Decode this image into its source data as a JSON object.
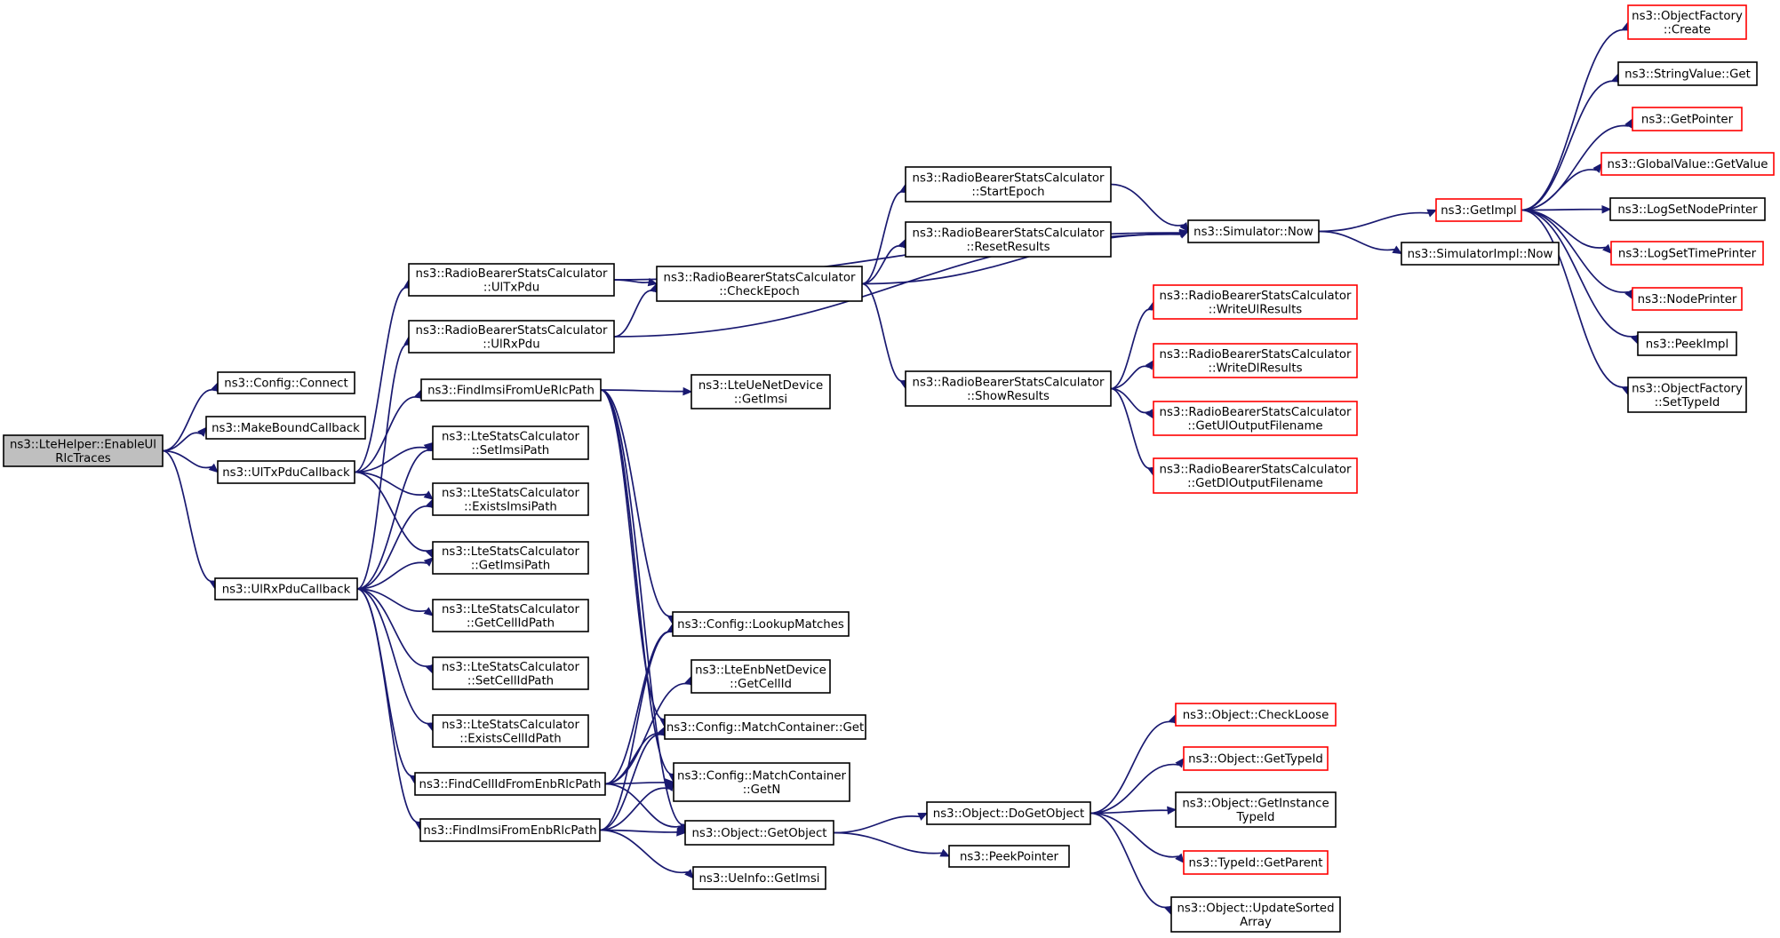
{
  "graph": {
    "title": "",
    "edge_color": "#191970",
    "root_fill": "#bfbfbf",
    "truncated_border": "#ff0000",
    "nodes": [
      {
        "id": "root",
        "lines": [
          "ns3::LteHelper::EnableUl",
          "RlcTraces"
        ],
        "style": "root"
      },
      {
        "id": "n_connect",
        "lines": [
          "ns3::Config::Connect"
        ],
        "style": "normal"
      },
      {
        "id": "n_mbc",
        "lines": [
          "ns3::MakeBoundCallback"
        ],
        "style": "normal"
      },
      {
        "id": "n_ultx",
        "lines": [
          "ns3::UlTxPduCallback"
        ],
        "style": "normal"
      },
      {
        "id": "n_ulrx",
        "lines": [
          "ns3::UlRxPduCallback"
        ],
        "style": "normal"
      },
      {
        "id": "n_rb_ultxpdu",
        "lines": [
          "ns3::RadioBearerStatsCalculator",
          "::UlTxPdu"
        ],
        "style": "normal"
      },
      {
        "id": "n_rb_ulrxpdu",
        "lines": [
          "ns3::RadioBearerStatsCalculator",
          "::UlRxPdu"
        ],
        "style": "normal"
      },
      {
        "id": "n_findimsi_ue",
        "lines": [
          "ns3::FindImsiFromUeRlcPath"
        ],
        "style": "normal"
      },
      {
        "id": "n_ls_setimsi",
        "lines": [
          "ns3::LteStatsCalculator",
          "::SetImsiPath"
        ],
        "style": "normal"
      },
      {
        "id": "n_ls_existsimsi",
        "lines": [
          "ns3::LteStatsCalculator",
          "::ExistsImsiPath"
        ],
        "style": "normal"
      },
      {
        "id": "n_ls_getimsi",
        "lines": [
          "ns3::LteStatsCalculator",
          "::GetImsiPath"
        ],
        "style": "normal"
      },
      {
        "id": "n_ls_getcellid",
        "lines": [
          "ns3::LteStatsCalculator",
          "::GetCellIdPath"
        ],
        "style": "normal"
      },
      {
        "id": "n_ls_setcellid",
        "lines": [
          "ns3::LteStatsCalculator",
          "::SetCellIdPath"
        ],
        "style": "normal"
      },
      {
        "id": "n_ls_existscellid",
        "lines": [
          "ns3::LteStatsCalculator",
          "::ExistsCellIdPath"
        ],
        "style": "normal"
      },
      {
        "id": "n_findcellid_enb",
        "lines": [
          "ns3::FindCellIdFromEnbRlcPath"
        ],
        "style": "normal"
      },
      {
        "id": "n_findimsi_enb",
        "lines": [
          "ns3::FindImsiFromEnbRlcPath"
        ],
        "style": "normal"
      },
      {
        "id": "n_rb_checkepoch",
        "lines": [
          "ns3::RadioBearerStatsCalculator",
          "::CheckEpoch"
        ],
        "style": "normal"
      },
      {
        "id": "n_lteue_getimsi",
        "lines": [
          "ns3::LteUeNetDevice",
          "::GetImsi"
        ],
        "style": "normal"
      },
      {
        "id": "n_lookup",
        "lines": [
          "ns3::Config::LookupMatches"
        ],
        "style": "normal"
      },
      {
        "id": "n_lteenb_getcellid",
        "lines": [
          "ns3::LteEnbNetDevice",
          "::GetCellId"
        ],
        "style": "normal"
      },
      {
        "id": "n_mc_get",
        "lines": [
          "ns3::Config::MatchContainer::Get"
        ],
        "style": "normal"
      },
      {
        "id": "n_mc_getn",
        "lines": [
          "ns3::Config::MatchContainer",
          "::GetN"
        ],
        "style": "normal"
      },
      {
        "id": "n_obj_getobject",
        "lines": [
          "ns3::Object::GetObject"
        ],
        "style": "normal"
      },
      {
        "id": "n_ueinfo_getimsi",
        "lines": [
          "ns3::UeInfo::GetImsi"
        ],
        "style": "normal"
      },
      {
        "id": "n_rb_startepoch",
        "lines": [
          "ns3::RadioBearerStatsCalculator",
          "::StartEpoch"
        ],
        "style": "normal"
      },
      {
        "id": "n_rb_resetresults",
        "lines": [
          "ns3::RadioBearerStatsCalculator",
          "::ResetResults"
        ],
        "style": "normal"
      },
      {
        "id": "n_rb_showresults",
        "lines": [
          "ns3::RadioBearerStatsCalculator",
          "::ShowResults"
        ],
        "style": "normal"
      },
      {
        "id": "n_sim_now",
        "lines": [
          "ns3::Simulator::Now"
        ],
        "style": "normal"
      },
      {
        "id": "n_rb_writeul",
        "lines": [
          "ns3::RadioBearerStatsCalculator",
          "::WriteUlResults"
        ],
        "style": "truncated"
      },
      {
        "id": "n_rb_writedl",
        "lines": [
          "ns3::RadioBearerStatsCalculator",
          "::WriteDlResults"
        ],
        "style": "truncated"
      },
      {
        "id": "n_rb_getulout",
        "lines": [
          "ns3::RadioBearerStatsCalculator",
          "::GetUlOutputFilename"
        ],
        "style": "truncated"
      },
      {
        "id": "n_rb_getdlout",
        "lines": [
          "ns3::RadioBearerStatsCalculator",
          "::GetDlOutputFilename"
        ],
        "style": "truncated"
      },
      {
        "id": "n_obj_dogetobject",
        "lines": [
          "ns3::Object::DoGetObject"
        ],
        "style": "normal"
      },
      {
        "id": "n_peekpointer",
        "lines": [
          "ns3::PeekPointer"
        ],
        "style": "normal"
      },
      {
        "id": "n_getimpl",
        "lines": [
          "ns3::GetImpl"
        ],
        "style": "truncated"
      },
      {
        "id": "n_simimpl_now",
        "lines": [
          "ns3::SimulatorImpl::Now"
        ],
        "style": "normal"
      },
      {
        "id": "n_obj_checkloose",
        "lines": [
          "ns3::Object::CheckLoose"
        ],
        "style": "truncated"
      },
      {
        "id": "n_obj_gettypeid",
        "lines": [
          "ns3::Object::GetTypeId"
        ],
        "style": "truncated"
      },
      {
        "id": "n_obj_getinstancetypeid",
        "lines": [
          "ns3::Object::GetInstance",
          "TypeId"
        ],
        "style": "normal"
      },
      {
        "id": "n_typeid_getparent",
        "lines": [
          "ns3::TypeId::GetParent"
        ],
        "style": "truncated"
      },
      {
        "id": "n_obj_updatesorted",
        "lines": [
          "ns3::Object::UpdateSorted",
          "Array"
        ],
        "style": "normal"
      },
      {
        "id": "n_objfactory_create",
        "lines": [
          "ns3::ObjectFactory",
          "::Create"
        ],
        "style": "truncated"
      },
      {
        "id": "n_stringvalue_get",
        "lines": [
          "ns3::StringValue::Get"
        ],
        "style": "normal"
      },
      {
        "id": "n_getpointer",
        "lines": [
          "ns3::GetPointer"
        ],
        "style": "truncated"
      },
      {
        "id": "n_globalvalue_getvalue",
        "lines": [
          "ns3::GlobalValue::GetValue"
        ],
        "style": "truncated"
      },
      {
        "id": "n_logsetnodeprinter",
        "lines": [
          "ns3::LogSetNodePrinter"
        ],
        "style": "normal"
      },
      {
        "id": "n_logsettimeprinter",
        "lines": [
          "ns3::LogSetTimePrinter"
        ],
        "style": "truncated"
      },
      {
        "id": "n_nodeprinter",
        "lines": [
          "ns3::NodePrinter"
        ],
        "style": "truncated"
      },
      {
        "id": "n_peekimpl",
        "lines": [
          "ns3::PeekImpl"
        ],
        "style": "normal"
      },
      {
        "id": "n_objfactory_settypeid",
        "lines": [
          "ns3::ObjectFactory",
          "::SetTypeId"
        ],
        "style": "normal"
      }
    ],
    "edges": [
      [
        "root",
        "n_connect"
      ],
      [
        "root",
        "n_mbc"
      ],
      [
        "root",
        "n_ultx"
      ],
      [
        "root",
        "n_ulrx"
      ],
      [
        "n_ultx",
        "n_rb_ultxpdu"
      ],
      [
        "n_ultx",
        "n_findimsi_ue"
      ],
      [
        "n_ultx",
        "n_ls_setimsi"
      ],
      [
        "n_ultx",
        "n_ls_existsimsi"
      ],
      [
        "n_ultx",
        "n_ls_getimsi"
      ],
      [
        "n_ulrx",
        "n_rb_ulrxpdu"
      ],
      [
        "n_ulrx",
        "n_ls_setimsi"
      ],
      [
        "n_ulrx",
        "n_ls_existsimsi"
      ],
      [
        "n_ulrx",
        "n_ls_getimsi"
      ],
      [
        "n_ulrx",
        "n_ls_getcellid"
      ],
      [
        "n_ulrx",
        "n_ls_setcellid"
      ],
      [
        "n_ulrx",
        "n_ls_existscellid"
      ],
      [
        "n_ulrx",
        "n_findcellid_enb"
      ],
      [
        "n_ulrx",
        "n_findimsi_enb"
      ],
      [
        "n_rb_ultxpdu",
        "n_rb_checkepoch"
      ],
      [
        "n_rb_ultxpdu",
        "n_sim_now"
      ],
      [
        "n_rb_ulrxpdu",
        "n_rb_checkepoch"
      ],
      [
        "n_rb_ulrxpdu",
        "n_sim_now"
      ],
      [
        "n_findimsi_ue",
        "n_lteue_getimsi"
      ],
      [
        "n_findimsi_ue",
        "n_lookup"
      ],
      [
        "n_findimsi_ue",
        "n_mc_get"
      ],
      [
        "n_findimsi_ue",
        "n_mc_getn"
      ],
      [
        "n_findimsi_ue",
        "n_obj_getobject"
      ],
      [
        "n_findcellid_enb",
        "n_lookup"
      ],
      [
        "n_findcellid_enb",
        "n_lteenb_getcellid"
      ],
      [
        "n_findcellid_enb",
        "n_mc_get"
      ],
      [
        "n_findcellid_enb",
        "n_mc_getn"
      ],
      [
        "n_findcellid_enb",
        "n_obj_getobject"
      ],
      [
        "n_findimsi_enb",
        "n_lookup"
      ],
      [
        "n_findimsi_enb",
        "n_mc_get"
      ],
      [
        "n_findimsi_enb",
        "n_mc_getn"
      ],
      [
        "n_findimsi_enb",
        "n_obj_getobject"
      ],
      [
        "n_findimsi_enb",
        "n_ueinfo_getimsi"
      ],
      [
        "n_rb_checkepoch",
        "n_rb_startepoch"
      ],
      [
        "n_rb_checkepoch",
        "n_rb_resetresults"
      ],
      [
        "n_rb_checkepoch",
        "n_rb_showresults"
      ],
      [
        "n_rb_checkepoch",
        "n_sim_now"
      ],
      [
        "n_rb_startepoch",
        "n_sim_now"
      ],
      [
        "n_rb_showresults",
        "n_rb_writeul"
      ],
      [
        "n_rb_showresults",
        "n_rb_writedl"
      ],
      [
        "n_rb_showresults",
        "n_rb_getulout"
      ],
      [
        "n_rb_showresults",
        "n_rb_getdlout"
      ],
      [
        "n_obj_getobject",
        "n_obj_dogetobject"
      ],
      [
        "n_obj_getobject",
        "n_peekpointer"
      ],
      [
        "n_obj_dogetobject",
        "n_obj_checkloose"
      ],
      [
        "n_obj_dogetobject",
        "n_obj_gettypeid"
      ],
      [
        "n_obj_dogetobject",
        "n_obj_getinstancetypeid"
      ],
      [
        "n_obj_dogetobject",
        "n_typeid_getparent"
      ],
      [
        "n_obj_dogetobject",
        "n_obj_updatesorted"
      ],
      [
        "n_sim_now",
        "n_getimpl"
      ],
      [
        "n_sim_now",
        "n_simimpl_now"
      ],
      [
        "n_getimpl",
        "n_objfactory_create"
      ],
      [
        "n_getimpl",
        "n_stringvalue_get"
      ],
      [
        "n_getimpl",
        "n_getpointer"
      ],
      [
        "n_getimpl",
        "n_globalvalue_getvalue"
      ],
      [
        "n_getimpl",
        "n_logsetnodeprinter"
      ],
      [
        "n_getimpl",
        "n_logsettimeprinter"
      ],
      [
        "n_getimpl",
        "n_nodeprinter"
      ],
      [
        "n_getimpl",
        "n_peekimpl"
      ],
      [
        "n_getimpl",
        "n_objfactory_settypeid"
      ]
    ]
  }
}
